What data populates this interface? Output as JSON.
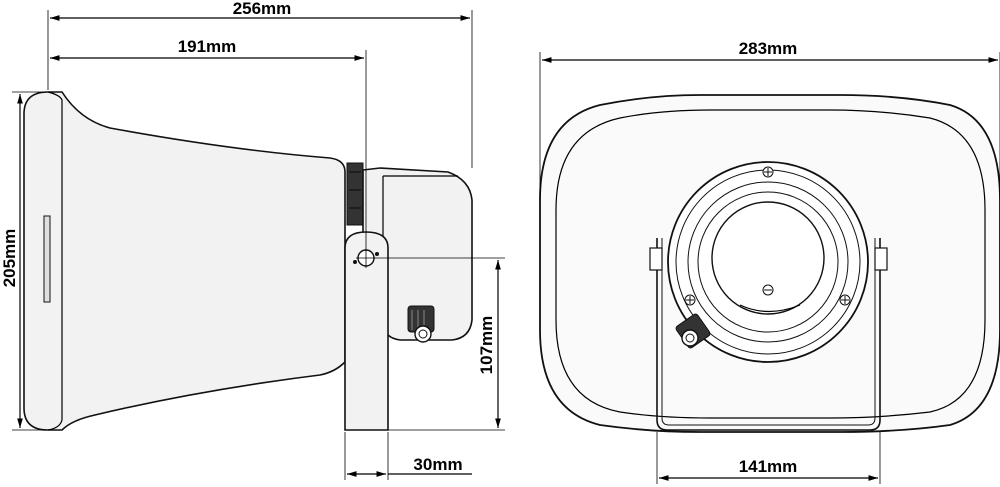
{
  "dimensions": {
    "total_length": "256mm",
    "horn_length": "191mm",
    "height": "205mm",
    "bracket_height": "107mm",
    "bracket_depth": "30mm",
    "width": "283mm",
    "bracket_width": "141mm"
  }
}
